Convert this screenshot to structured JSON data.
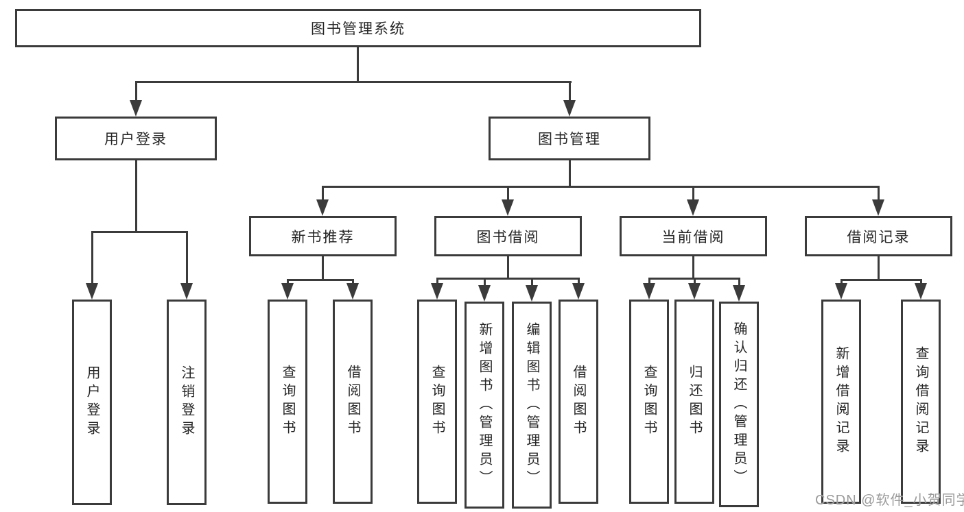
{
  "root": {
    "label": "图书管理系统"
  },
  "branches": {
    "user_login": {
      "label": "用户登录",
      "children": [
        {
          "label": "用户登录"
        },
        {
          "label": "注销登录"
        }
      ]
    },
    "book_mgmt": {
      "label": "图书管理",
      "children": [
        {
          "label": "新书推荐",
          "children": [
            {
              "label": "查询图书"
            },
            {
              "label": "借阅图书"
            }
          ]
        },
        {
          "label": "图书借阅",
          "children": [
            {
              "label": "查询图书"
            },
            {
              "label": "新增图书（管理员）"
            },
            {
              "label": "编辑图书（管理员）"
            },
            {
              "label": "借阅图书"
            }
          ]
        },
        {
          "label": "当前借阅",
          "children": [
            {
              "label": "查询图书"
            },
            {
              "label": "归还图书"
            },
            {
              "label": "确认归还（管理员）"
            }
          ]
        },
        {
          "label": "借阅记录",
          "children": [
            {
              "label": "新增借阅记录"
            },
            {
              "label": "查询借阅记录"
            }
          ]
        }
      ]
    }
  },
  "watermark": {
    "text": "CSDN @软件_小贺同学"
  },
  "colors": {
    "line": "#3b3b3b",
    "text": "#262626",
    "watermark": "#9b9b9b",
    "background": "#ffffff"
  }
}
